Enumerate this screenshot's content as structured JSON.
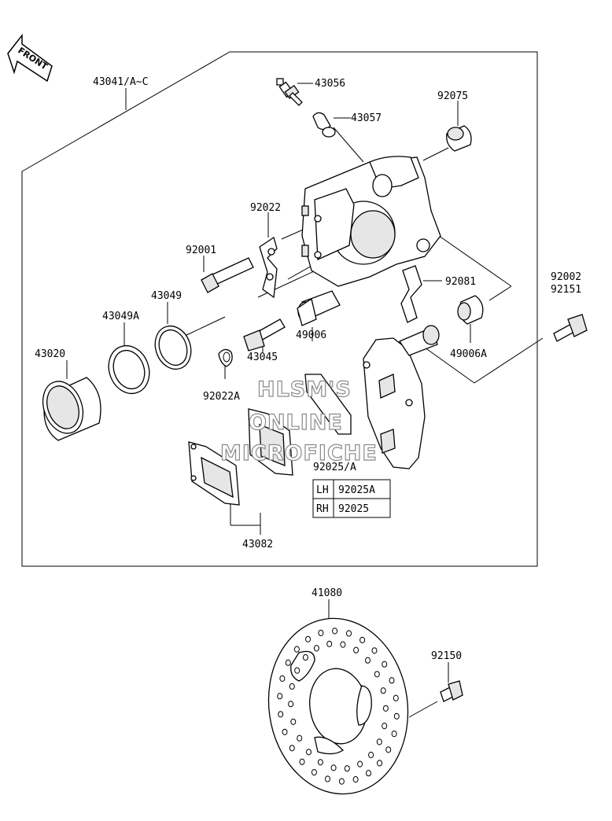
{
  "front_arrow": {
    "label": "FRONT"
  },
  "parts": {
    "p43041": "43041/A~C",
    "p43056": "43056",
    "p43057": "43057",
    "p92075": "92075",
    "p92022": "92022",
    "p92001": "92001",
    "p43049": "43049",
    "p43049A": "43049A",
    "p43020": "43020",
    "p49006": "49006",
    "p43045": "43045",
    "p92022A": "92022A",
    "p92081": "92081",
    "p49006A": "49006A",
    "p92002": "92002",
    "p92151": "92151",
    "p92025A": "92025/A",
    "p43082": "43082",
    "p41080": "41080",
    "p92150": "92150"
  },
  "side_table": {
    "rows": [
      {
        "side": "LH",
        "part": "92025A"
      },
      {
        "side": "RH",
        "part": "92025"
      }
    ]
  },
  "watermark": {
    "line1": "HLSM'S",
    "line2": "ONLINE",
    "line3": "MICROFICHE"
  }
}
